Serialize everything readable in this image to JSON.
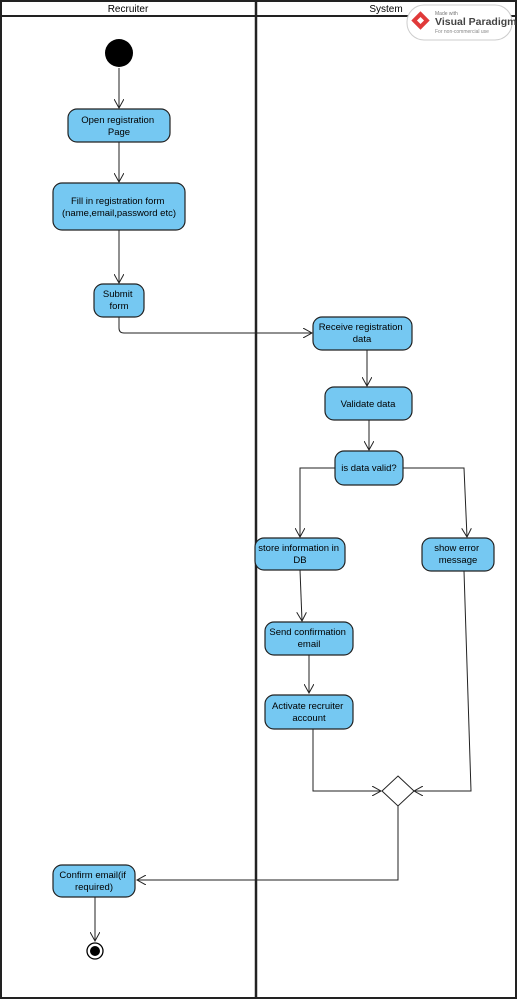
{
  "swimlanes": [
    {
      "id": "recruiter",
      "title": "Recruiter"
    },
    {
      "id": "system",
      "title": "System"
    }
  ],
  "watermark": {
    "line1": "Made with",
    "brand": "Visual Paradigm",
    "line3": "For non-commercial use"
  },
  "colors": {
    "action_fill": "#75c8f2",
    "stroke": "#222222"
  },
  "nodes": [
    {
      "id": "start",
      "type": "initial"
    },
    {
      "id": "open_page",
      "type": "action",
      "lines": [
        "Open registration",
        "Page"
      ]
    },
    {
      "id": "fill_form",
      "type": "action",
      "lines": [
        "Fill in registration form",
        "(name,email,password etc)"
      ]
    },
    {
      "id": "submit",
      "type": "action",
      "lines": [
        "Submit",
        "form"
      ]
    },
    {
      "id": "receive",
      "type": "action",
      "lines": [
        "Receive registration",
        "data"
      ]
    },
    {
      "id": "validate",
      "type": "action",
      "lines": [
        "Validate data"
      ]
    },
    {
      "id": "is_valid",
      "type": "action",
      "lines": [
        "is data valid?"
      ]
    },
    {
      "id": "store",
      "type": "action",
      "lines": [
        "store information in",
        "DB"
      ]
    },
    {
      "id": "show_error",
      "type": "action",
      "lines": [
        "show error",
        "message"
      ]
    },
    {
      "id": "send_email",
      "type": "action",
      "lines": [
        "Send confirmation",
        "email"
      ]
    },
    {
      "id": "activate",
      "type": "action",
      "lines": [
        "Activate recruiter",
        "account"
      ]
    },
    {
      "id": "merge",
      "type": "merge"
    },
    {
      "id": "confirm",
      "type": "action",
      "lines": [
        "Confirm email(if",
        "required)"
      ]
    },
    {
      "id": "end",
      "type": "final"
    }
  ],
  "edges": [
    {
      "from": "start",
      "to": "open_page"
    },
    {
      "from": "open_page",
      "to": "fill_form"
    },
    {
      "from": "fill_form",
      "to": "submit"
    },
    {
      "from": "submit",
      "to": "receive"
    },
    {
      "from": "receive",
      "to": "validate"
    },
    {
      "from": "validate",
      "to": "is_valid"
    },
    {
      "from": "is_valid",
      "to": "store"
    },
    {
      "from": "is_valid",
      "to": "show_error"
    },
    {
      "from": "store",
      "to": "send_email"
    },
    {
      "from": "send_email",
      "to": "activate"
    },
    {
      "from": "activate",
      "to": "merge"
    },
    {
      "from": "show_error",
      "to": "merge"
    },
    {
      "from": "merge",
      "to": "confirm"
    },
    {
      "from": "confirm",
      "to": "end"
    }
  ]
}
